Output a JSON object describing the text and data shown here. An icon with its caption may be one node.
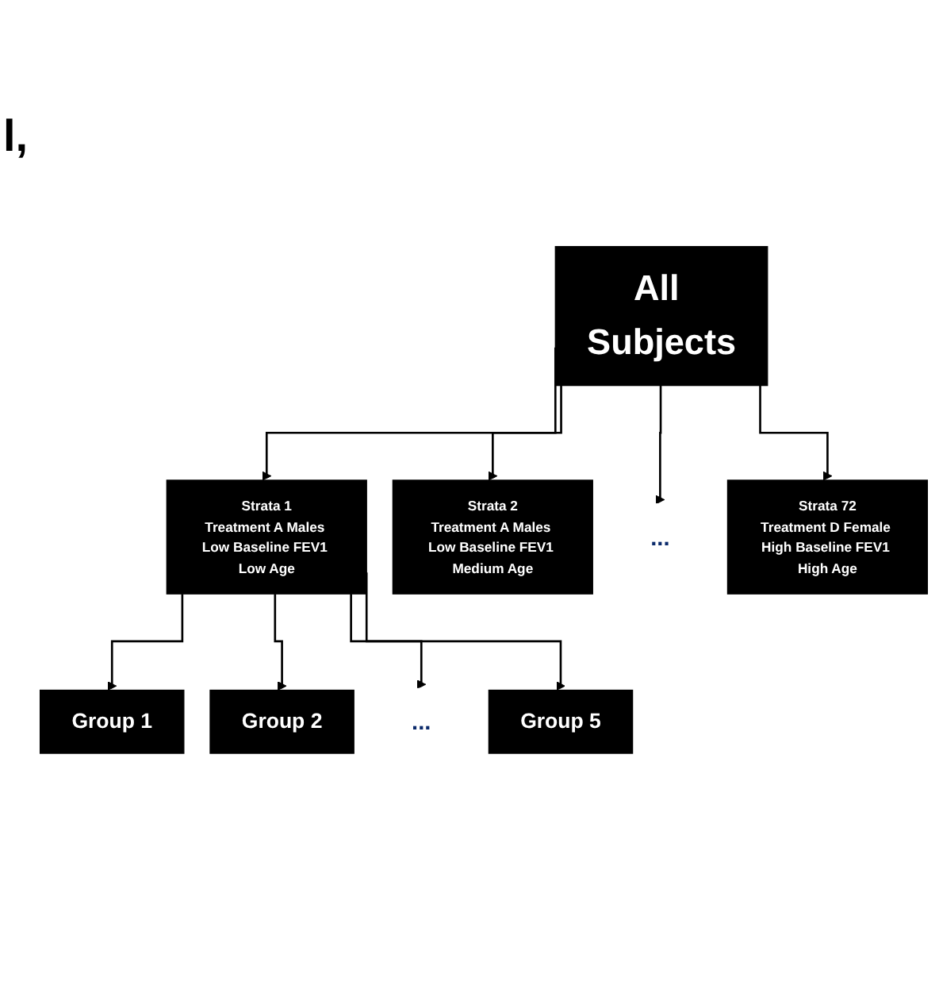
{
  "diagram": {
    "nodes": [
      {
        "text": [
          "All Subjects"
        ]
      },
      {
        "text": [
          "Strata 1",
          "Treatment A Males Low Baseline FEV1 Low Age"
        ]
      },
      {
        "text": [
          "Strata 2",
          "Treatment A Males Low Baseline FEV1 Medium Age"
        ]
      },
      {
        "text": [
          "..."
        ]
      },
      {
        "text": [
          "Strata 72",
          "Treatment D Female High Baseline FEV1 High Age"
        ]
      },
      {
        "text": [
          "Group 1"
        ]
      },
      {
        "text": [
          "Group 2"
        ]
      },
      {
        "text": [
          "..."
        ]
      },
      {
        "text": [
          "Group 5"
        ]
      }
    ],
    "edges": [
      {
        "from": 0,
        "to": 1,
        "arrow": "to"
      },
      {
        "from": 0,
        "to": 2,
        "arrow": "to"
      },
      {
        "from": 0,
        "to": 3,
        "arrow": "to"
      },
      {
        "from": 0,
        "to": 4,
        "arrow": "to"
      },
      {
        "from": 1,
        "to": 5,
        "arrow": "to"
      },
      {
        "from": 1,
        "to": 6,
        "arrow": "to"
      },
      {
        "from": 1,
        "to": 7,
        "arrow": "to"
      },
      {
        "from": 1,
        "to": 8,
        "arrow": "to"
      }
    ],
    "labels": [
      "l,"
    ]
  }
}
